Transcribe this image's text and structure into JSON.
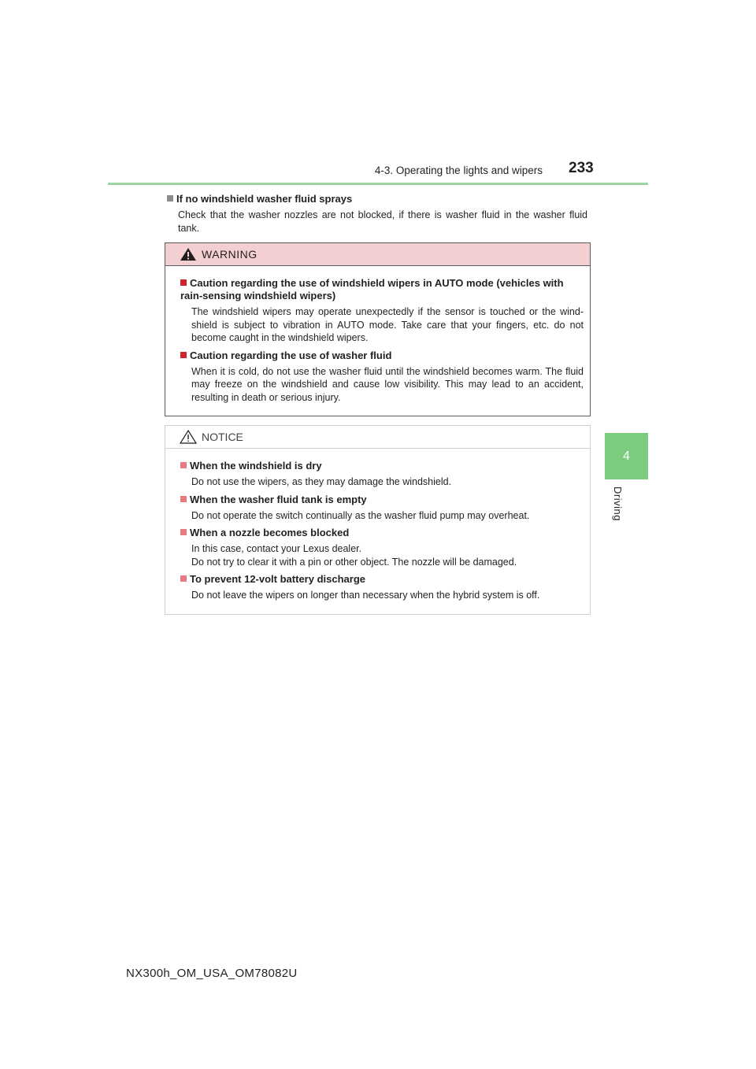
{
  "header": {
    "section": "4-3. Operating the lights and wipers",
    "page_number": "233"
  },
  "side_tab": {
    "chapter_number": "4",
    "chapter_label": "Driving"
  },
  "top_item": {
    "heading": "If no windshield washer fluid sprays",
    "body": "Check that the washer nozzles are not blocked, if there is washer fluid in the washer fluid tank."
  },
  "warning": {
    "title": "WARNING",
    "items": [
      {
        "heading": "Caution regarding the use of windshield wipers in AUTO mode (vehicles with rain-sensing windshield wipers)",
        "body": "The windshield wipers may operate unexpectedly if the sensor is touched or the wind-shield is subject to vibration in AUTO mode. Take care that your fingers, etc. do not become caught in the windshield wipers."
      },
      {
        "heading": "Caution regarding the use of washer fluid",
        "body": "When it is cold, do not use the washer fluid until the windshield becomes warm. The fluid may freeze on the windshield and cause low visibility. This may lead to an accident, resulting in death or serious injury."
      }
    ]
  },
  "notice": {
    "title": "NOTICE",
    "items": [
      {
        "heading": "When the windshield is dry",
        "body": "Do not use the wipers, as they may damage the windshield."
      },
      {
        "heading": "When the washer fluid tank is empty",
        "body": "Do not operate the switch continually as the washer fluid pump may overheat."
      },
      {
        "heading": "When a nozzle becomes blocked",
        "body": "In this case, contact your Lexus dealer.",
        "body2": "Do not try to clear it with a pin or other object. The nozzle will be damaged."
      },
      {
        "heading": "To prevent 12-volt battery discharge",
        "body": "Do not leave the wipers on longer than necessary when the hybrid system is off."
      }
    ]
  },
  "footer": {
    "code": "NX300h_OM_USA_OM78082U"
  },
  "colors": {
    "accent_green": "#7ccb7f",
    "rule_green": "#9fd3a1",
    "warning_fill": "#f4cfd1",
    "warning_bullet": "#d2232a",
    "notice_bullet": "#e87a80"
  }
}
